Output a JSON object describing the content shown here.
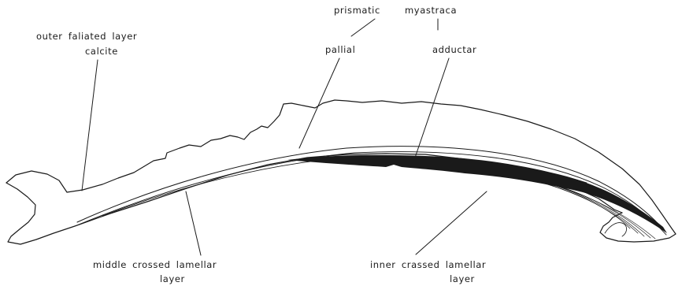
{
  "labels": {
    "outer_foliated_line1": "outer faliated layer",
    "outer_foliated_line2": "calcite",
    "prismatic": "prismatic",
    "myostraca": "myastraca",
    "pallial": "pallial",
    "adductor": "adductar",
    "middle_line1": "middle crossed lamellar",
    "middle_line2": "layer",
    "inner_line1": "inner crassed lamellar",
    "inner_line2": "layer"
  },
  "colors": {
    "ink": "#1a1a1a",
    "paper": "#ffffff"
  }
}
